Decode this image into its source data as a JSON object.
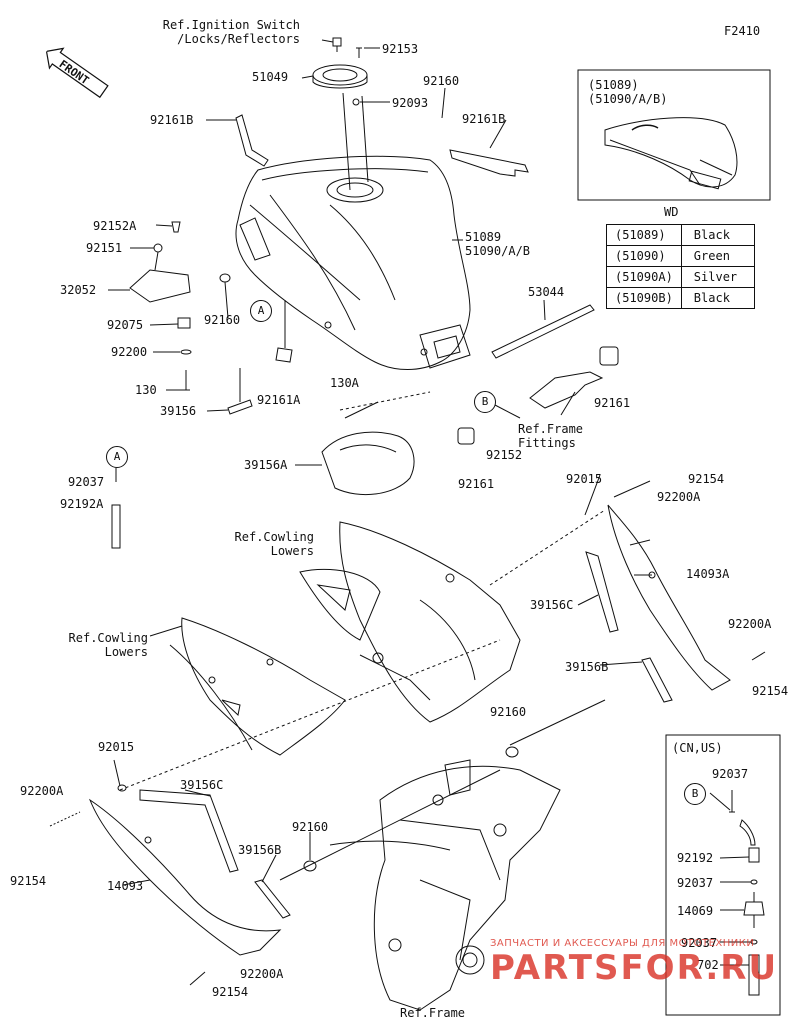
{
  "figure_code": "F2410",
  "front_label": "FRONT",
  "labels": {
    "ref_ignition": "Ref.Ignition Switch\n/Locks/Reflectors",
    "p92153": "92153",
    "p51049": "51049",
    "p92160_a": "92160",
    "p92093": "92093",
    "p92161b_l": "92161B",
    "p92161b_r": "92161B",
    "p92152a": "92152A",
    "p92151": "92151",
    "p32052": "32052",
    "p92075": "92075",
    "p92200": "92200",
    "p130": "130",
    "p39156": "39156",
    "p92161a": "92161A",
    "p92160_b": "92160",
    "p51089": "51089\n51090/A/B",
    "p53044": "53044",
    "p130a": "130A",
    "p92161_r": "92161",
    "ref_frame_fittings": "Ref.Frame\nFittings",
    "p92152": "92152",
    "p92161_c": "92161",
    "p39156a": "39156A",
    "p92037_l": "92037",
    "p92192a": "92192A",
    "p92015_r": "92015",
    "p92154_r1": "92154",
    "p92200a_r1": "92200A",
    "ref_cowling_lowers_r": "Ref.Cowling\nLowers",
    "p14093a": "14093A",
    "p39156c_r": "39156C",
    "p92200a_r2": "92200A",
    "p39156b_r": "39156B",
    "p92154_r2": "92154",
    "ref_cowling_lowers_l": "Ref.Cowling\nLowers",
    "p92160_c": "92160",
    "p92015_l": "92015",
    "p39156c_l": "39156C",
    "p92200a_l1": "92200A",
    "p92154_l1": "92154",
    "p92160_d": "92160",
    "p39156b_l": "39156B",
    "p14093": "14093",
    "p92200a_l2": "92200A",
    "p92154_l2": "92154",
    "ref_frame": "Ref.Frame",
    "inset_top_title": "(51089)\n(51090/A/B)",
    "inset_wd": "WD",
    "inset_cn_us": "(CN,US)",
    "inset_92037_a": "92037",
    "inset_92192": "92192",
    "inset_92037_b": "92037",
    "inset_14069": "14069",
    "inset_92037_c": "92037",
    "inset_702": "702"
  },
  "callouts": {
    "a_tank": "A",
    "a_left": "A",
    "b_tank": "B",
    "b_inset": "B"
  },
  "color_table": [
    {
      "part": "(51089)",
      "color": "Black"
    },
    {
      "part": "(51090)",
      "color": "Green"
    },
    {
      "part": "(51090A)",
      "color": "Silver"
    },
    {
      "part": "(51090B)",
      "color": "Black"
    }
  ],
  "watermark": {
    "line1": "ЗАПЧАСТИ И АКСЕССУАРЫ ДЛЯ МОТОТЕХНИКИ",
    "line2": "PARTSFOR.RU"
  }
}
